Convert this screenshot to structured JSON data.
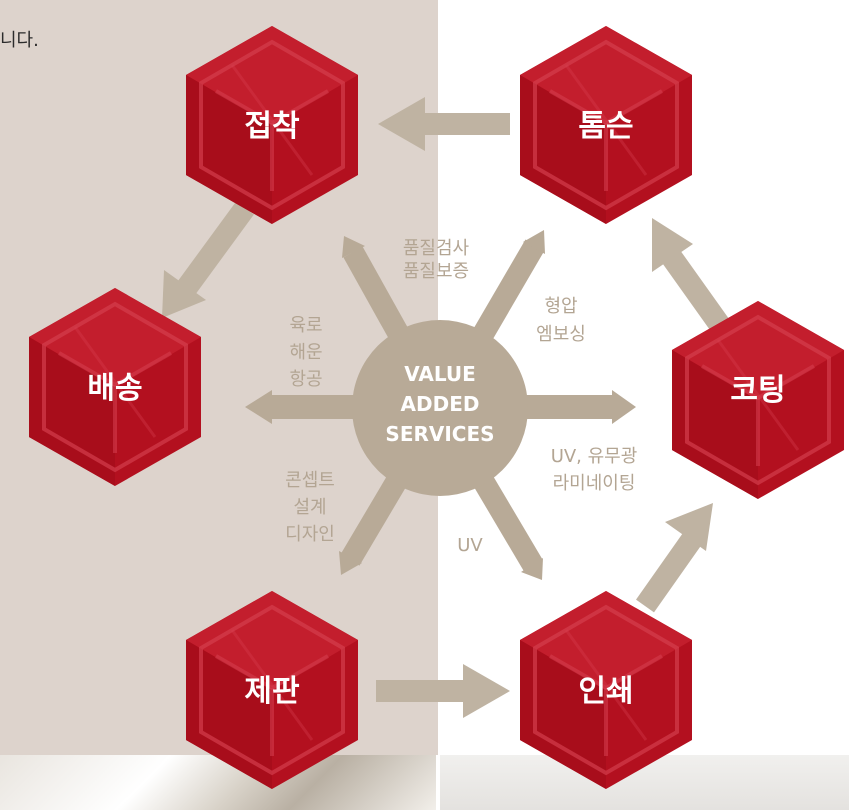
{
  "intro_text": "니다.",
  "center": {
    "lines": [
      "VALUE",
      "ADDED",
      "SERVICES"
    ]
  },
  "process_steps": [
    {
      "id": "adhesion",
      "label": "접착"
    },
    {
      "id": "thomson",
      "label": "톰슨"
    },
    {
      "id": "delivery",
      "label": "배송"
    },
    {
      "id": "coating",
      "label": "코팅"
    },
    {
      "id": "platemaking",
      "label": "제판"
    },
    {
      "id": "printing",
      "label": "인쇄"
    }
  ],
  "services": {
    "quality": [
      "품질검사",
      "품질보증"
    ],
    "embossing": [
      "형압",
      "엠보싱"
    ],
    "transport": [
      "육로",
      "해운",
      "항공"
    ],
    "finishing": [
      "UV, 유무광",
      "라미네이팅"
    ],
    "concept": [
      "콘셉트",
      "설계",
      "디자인"
    ],
    "uv": [
      "UV"
    ]
  },
  "colors": {
    "hex_red": "#b3101f",
    "hex_red_light": "#cf2a39",
    "arrow": "#bfb3a2",
    "center_disc": "#b8aa97",
    "left_background": "#ddd3cc"
  }
}
